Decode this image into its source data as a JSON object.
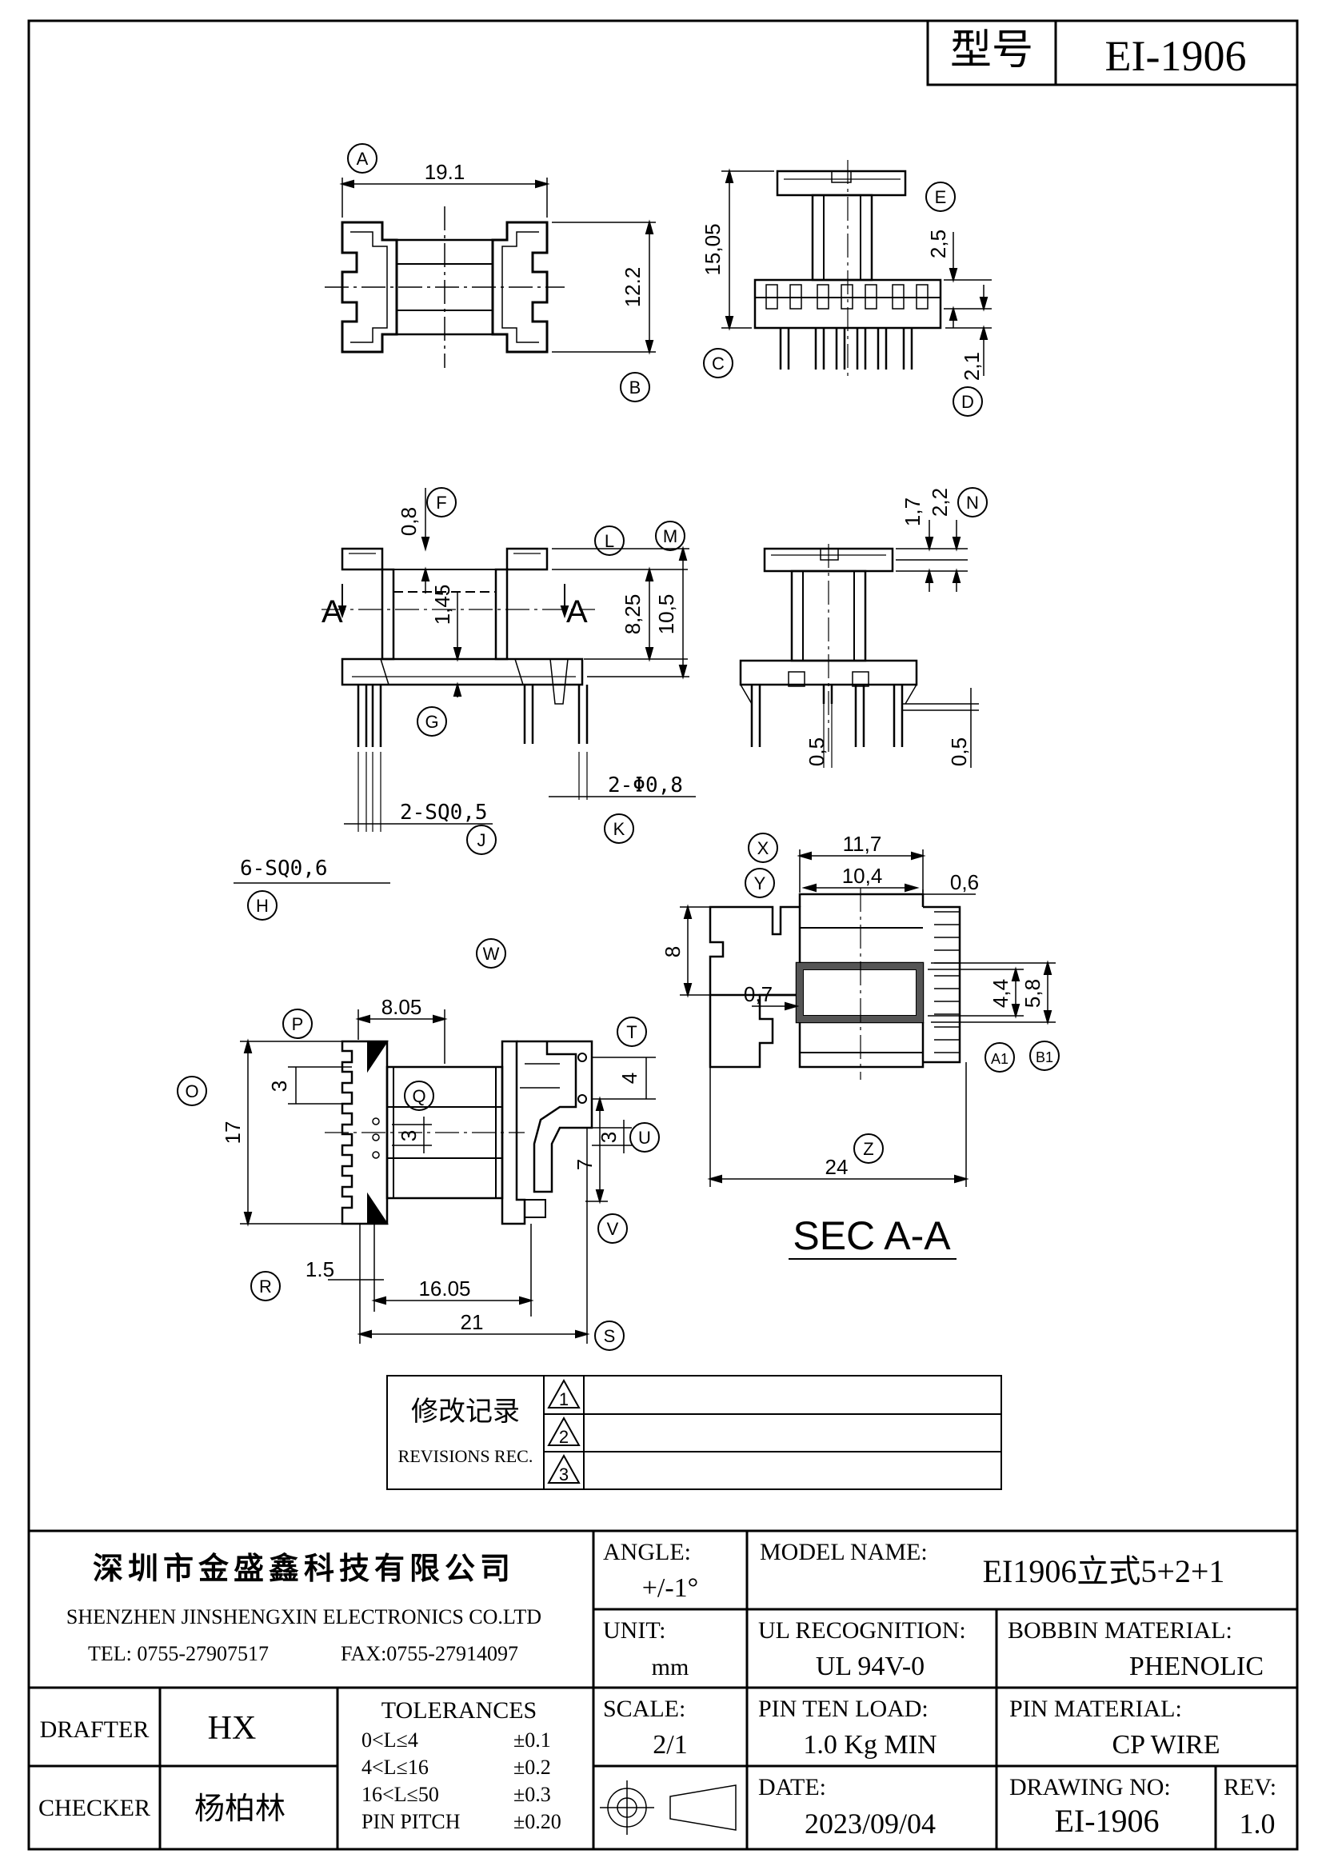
{
  "model_box": {
    "label": "型号",
    "value": "EI-1906"
  },
  "dims": {
    "d191": "19.1",
    "d122": "12.2",
    "d1505": "15,05",
    "d25": "2,5",
    "d21": "2,1",
    "d08": "0,8",
    "d145": "1,45",
    "d825": "8,25",
    "d105": "10,5",
    "d17": "1,7",
    "d22": "2,2",
    "d05a": "0,5",
    "d05b": "0,5",
    "sq05": "2-SQ0,5",
    "phi08": "2-Φ0,8",
    "sq06": "6-SQ0,6",
    "d805": "8.05",
    "d3a": "3",
    "d3b": "3",
    "d4": "4",
    "d3c": "3",
    "d7": "7",
    "d17b": "17",
    "d15": "1.5",
    "d1605": "16.05",
    "d21b": "21",
    "d117": "11,7",
    "d104": "10,4",
    "d06": "0,6",
    "d8": "8",
    "d07": "0,7",
    "d44": "4,4",
    "d58": "5,8",
    "d24": "24"
  },
  "section_label": {
    "a1": "A",
    "a2": "A",
    "sec": "SEC A-A"
  },
  "callouts": [
    "A",
    "B",
    "C",
    "D",
    "E",
    "F",
    "L",
    "M",
    "N",
    "G",
    "J",
    "K",
    "H",
    "W",
    "X",
    "Y",
    "P",
    "O",
    "Q",
    "T",
    "U",
    "V",
    "R",
    "S",
    "A1",
    "B1",
    "Z"
  ],
  "revisions": {
    "title_cn": "修改记录",
    "title_en": "REVISIONS REC.",
    "marks": [
      "1",
      "2",
      "3"
    ]
  },
  "title_block": {
    "company_cn": "深圳市金盛鑫科技有限公司",
    "company_en": "SHENZHEN JINSHENGXIN ELECTRONICS CO.LTD",
    "tel": "TEL: 0755-27907517",
    "fax": "FAX:0755-27914097",
    "angle_label": "ANGLE:",
    "angle_value": "+/-1°",
    "model_label": "MODEL NAME:",
    "model_value": "EI1906立式5+2+1",
    "unit_label": "UNIT:",
    "unit_value": "mm",
    "ul_label": "UL RECOGNITION:",
    "ul_value": "UL 94V-0",
    "bobbin_label": "BOBBIN MATERIAL:",
    "bobbin_value": "PHENOLIC",
    "drafter_label": "DRAFTER",
    "drafter_value": "HX",
    "tol_label": "TOLERANCES",
    "tol_rows": [
      {
        "range": "0<L≤4",
        "tol": "±0.1"
      },
      {
        "range": "4<L≤16",
        "tol": "±0.2"
      },
      {
        "range": "16<L≤50",
        "tol": "±0.3"
      },
      {
        "range": "PIN PITCH",
        "tol": "±0.20"
      }
    ],
    "scale_label": "SCALE:",
    "scale_value": "2/1",
    "pin_load_label": "PIN TEN LOAD:",
    "pin_load_value": "1.0 Kg MIN",
    "pin_mat_label": "PIN MATERIAL:",
    "pin_mat_value": "CP WIRE",
    "checker_label": "CHECKER",
    "checker_value": "杨柏林",
    "date_label": "DATE:",
    "date_value": "2023/09/04",
    "drawing_no_label": "DRAWING NO:",
    "drawing_no_value": "EI-1906",
    "rev_label": "REV:",
    "rev_value": "1.0"
  }
}
